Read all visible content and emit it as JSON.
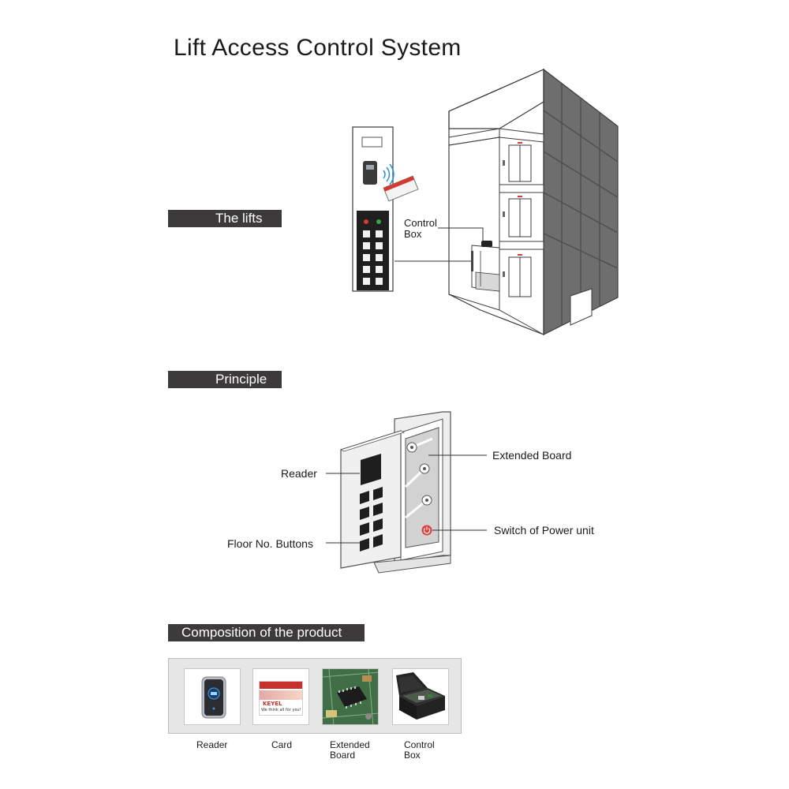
{
  "title": "Lift Access Control System",
  "sections": {
    "lifts": "The lifts",
    "principle": "Principle",
    "composition": "Composition of the product"
  },
  "lifts_diagram": {
    "control_box_label_1": "Control",
    "control_box_label_2": "Box"
  },
  "principle_diagram": {
    "reader": "Reader",
    "floor_buttons": "Floor No. Buttons",
    "extended_board": "Extended Board",
    "power_switch": "Switch of Power unit"
  },
  "composition": {
    "items": [
      {
        "line1": "Reader",
        "line2": ""
      },
      {
        "line1": "Card",
        "line2": ""
      },
      {
        "line1": "Extended",
        "line2": "Board"
      },
      {
        "line1": "Control",
        "line2": "Box"
      }
    ],
    "card_brand": "KEYEL",
    "card_slogan": "We think all for you!"
  },
  "colors": {
    "section_bar": "#3d3a3b",
    "building_wall": "#6f6f6f",
    "power_switch": "#d9433b"
  }
}
